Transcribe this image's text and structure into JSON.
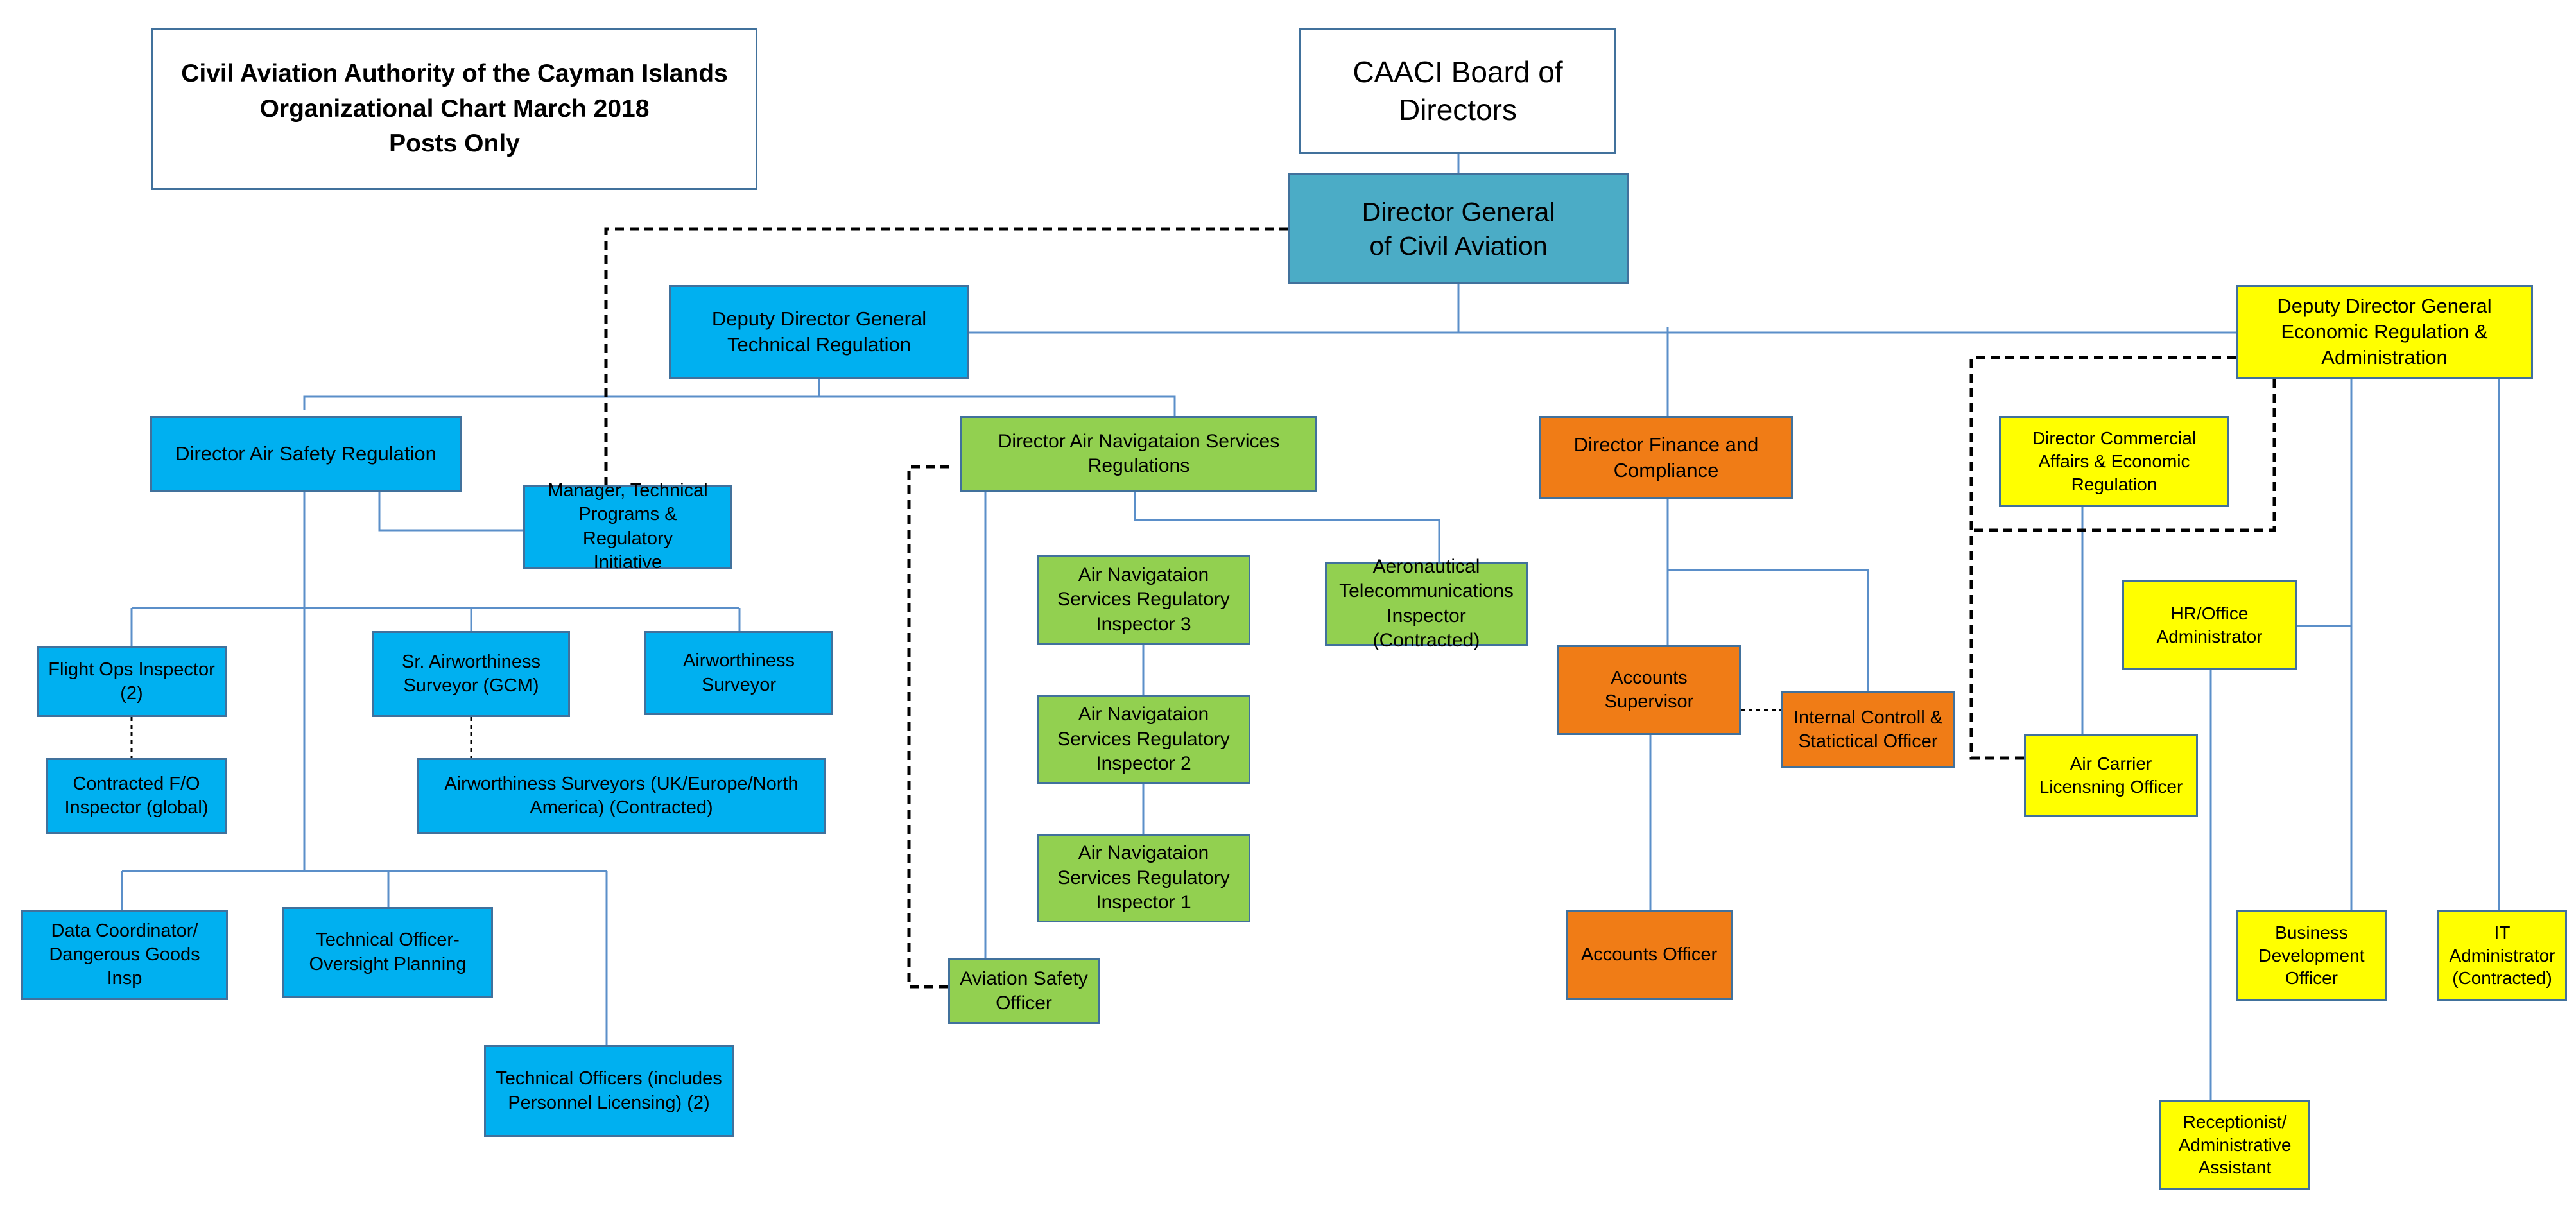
{
  "title": "Civil Aviation Authority of the Cayman Islands\nOrganizational Chart March 2018\nPosts Only",
  "nodes": {
    "board": "CAACI Board of\nDirectors",
    "dg": "Director General\nof  Civil Aviation",
    "ddg_tech": "Deputy Director General\nTechnical Regulation",
    "ddg_econ": "Deputy Director General\nEconomic Regulation &\nAdministration",
    "dir_air_safety": "Director Air Safety Regulation",
    "manager_tech": "Manager, Technical\nPrograms & Regulatory\nInitiative",
    "flight_ops": "Flight Ops Inspector\n(2)",
    "contracted_fo": "Contracted F/O\nInspector (global)",
    "sr_airworthiness": "Sr. Airworthiness\nSurveyor (GCM)",
    "airworthiness_surveyor": "Airworthiness\nSurveyor",
    "airworthiness_contracted": "Airworthiness Surveyors (UK/Europe/North\nAmerica) (Contracted)",
    "data_coordinator": "Data Coordinator/\nDangerous Goods Insp",
    "tech_officer_oversight": "Technical Officer-\nOversight Planning",
    "tech_officers": "Technical Officers (includes\nPersonnel Licensing) (2)",
    "dir_ans": "Director Air Navigataion Services\nRegulations",
    "ans_insp3": "Air Navigataion\nServices Regulatory\nInspector 3",
    "ans_insp2": "Air Navigataion\nServices Regulatory\nInspector 2",
    "ans_insp1": "Air Navigataion\nServices Regulatory\nInspector 1",
    "aero_telecom": "Aeronautical\nTelecommunications\nInspector (Contracted)",
    "aviation_safety_officer": "Aviation Safety\nOfficer",
    "dir_finance": "Director Finance and\nCompliance",
    "accounts_supervisor": "Accounts Supervisor",
    "internal_control": "Internal Controll &\nStatictical Officer",
    "accounts_officer": "Accounts Officer",
    "dir_commercial": "Director Commercial\nAffairs & Economic\nRegulation",
    "hr_office": "HR/Office\nAdministrator",
    "air_carrier": "Air Carrier\nLicensning Officer",
    "business_dev": "Business\nDevelopment\nOfficer",
    "it_admin": "IT\nAdministrator\n(Contracted)",
    "receptionist": "Receptionist/\nAdministrative\nAssistant"
  },
  "colors": {
    "line": "#5b8fc9",
    "dashed": "#000000",
    "border": "#41719c",
    "director_general": "#4bacc6",
    "technical_blue": "#00b0f0",
    "ans_green": "#92d050",
    "finance_orange": "#f07c16",
    "economic_yellow": "#ffff00"
  }
}
